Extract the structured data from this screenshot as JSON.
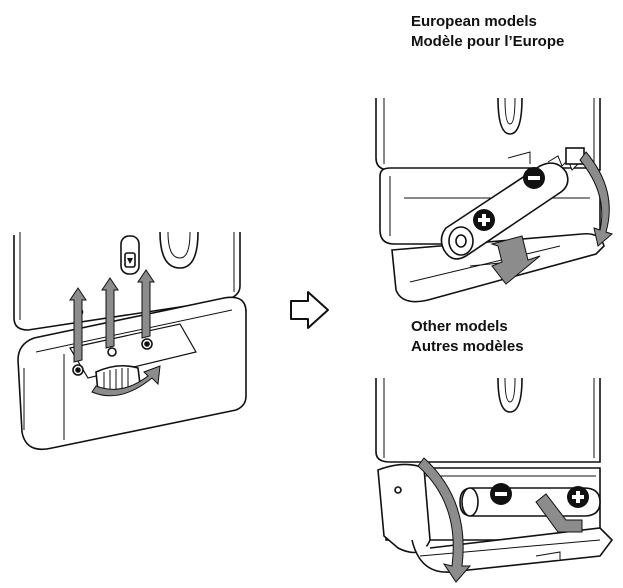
{
  "captions": {
    "european": {
      "line1": "European models",
      "line2": "Modèle pour l’Europe"
    },
    "other": {
      "line1": "Other models",
      "line2": "Autres modèles"
    }
  },
  "battery_marks": {
    "minus": "−",
    "plus": "+"
  },
  "colors": {
    "ink": "#111111",
    "arrow_fill": "#8c8c8c",
    "paper": "#ffffff"
  },
  "icons": [
    "right-outline-arrow-icon",
    "lift-arrow-icon",
    "rotate-arrow-icon",
    "battery-minus-icon",
    "battery-plus-icon"
  ]
}
